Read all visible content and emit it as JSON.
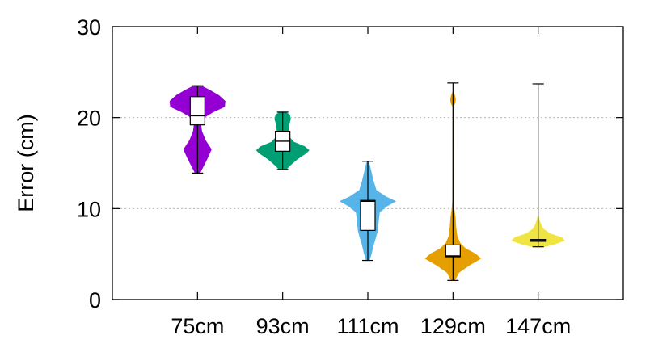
{
  "chart_data": {
    "type": "violin",
    "title": "",
    "xlabel": "",
    "ylabel": "Error (cm)",
    "ylim": [
      0,
      30
    ],
    "yticks": [
      0,
      10,
      20,
      30
    ],
    "grid": "horizontal dotted at y-ticks",
    "legend": "none",
    "categories": [
      "75cm",
      "93cm",
      "111cm",
      "129cm",
      "147cm"
    ],
    "series": [
      {
        "category": "75cm",
        "color": "#9400d3",
        "whisker_low": 13.9,
        "q1": 19.2,
        "median": 20.2,
        "q3": 22.3,
        "whisker_high": 23.5,
        "density": [
          [
            13.9,
            0.08
          ],
          [
            14.5,
            0.18
          ],
          [
            15.5,
            0.35
          ],
          [
            16.5,
            0.5
          ],
          [
            17.5,
            0.28
          ],
          [
            18.5,
            0.15
          ],
          [
            19.2,
            0.12
          ],
          [
            20,
            0.22
          ],
          [
            20.6,
            0.55
          ],
          [
            21.2,
            0.98
          ],
          [
            21.8,
            1.0
          ],
          [
            22.4,
            0.78
          ],
          [
            23,
            0.45
          ],
          [
            23.5,
            0.12
          ]
        ]
      },
      {
        "category": "93cm",
        "color": "#009e73",
        "whisker_low": 14.3,
        "q1": 16.3,
        "median": 17.4,
        "q3": 18.5,
        "whisker_high": 20.6,
        "density": [
          [
            14.3,
            0.12
          ],
          [
            14.8,
            0.28
          ],
          [
            15.5,
            0.55
          ],
          [
            16.1,
            0.85
          ],
          [
            16.4,
            0.95
          ],
          [
            16.8,
            0.8
          ],
          [
            17.3,
            0.4
          ],
          [
            17.8,
            0.25
          ],
          [
            18.5,
            0.2
          ],
          [
            19.2,
            0.22
          ],
          [
            19.8,
            0.28
          ],
          [
            20.3,
            0.25
          ],
          [
            20.6,
            0.1
          ]
        ]
      },
      {
        "category": "111cm",
        "color": "#56b4e9",
        "whisker_low": 4.3,
        "q1": 7.6,
        "median": 10.8,
        "q3": 10.9,
        "whisker_high": 15.2,
        "density": [
          [
            4.3,
            0.05
          ],
          [
            5,
            0.12
          ],
          [
            6,
            0.2
          ],
          [
            6.8,
            0.28
          ],
          [
            7.6,
            0.35
          ],
          [
            8.6,
            0.38
          ],
          [
            9.6,
            0.42
          ],
          [
            10.3,
            0.7
          ],
          [
            10.8,
            1.0
          ],
          [
            11.3,
            0.65
          ],
          [
            12,
            0.3
          ],
          [
            13,
            0.2
          ],
          [
            14,
            0.12
          ],
          [
            14.8,
            0.06
          ],
          [
            15.2,
            0.02
          ]
        ]
      },
      {
        "category": "129cm",
        "color": "#e69f00",
        "whisker_low": 2.1,
        "q1": 4.7,
        "median": 4.8,
        "q3": 6.0,
        "whisker_high": 23.8,
        "density": [
          [
            2.1,
            0.05
          ],
          [
            3,
            0.22
          ],
          [
            3.8,
            0.6
          ],
          [
            4.5,
            1.0
          ],
          [
            5,
            0.82
          ],
          [
            5.6,
            0.45
          ],
          [
            6.2,
            0.25
          ],
          [
            7,
            0.14
          ],
          [
            8,
            0.1
          ],
          [
            9,
            0.08
          ],
          [
            9.8,
            0.04
          ],
          [
            10.5,
            0.02
          ],
          [
            11,
            0.01
          ],
          [
            21.2,
            0.005
          ],
          [
            21.6,
            0.07
          ],
          [
            22,
            0.09
          ],
          [
            22.4,
            0.06
          ],
          [
            22.8,
            0.005
          ]
        ]
      },
      {
        "category": "147cm",
        "color": "#f0e442",
        "whisker_low": 5.8,
        "q1": 6.4,
        "median": 6.5,
        "q3": 6.6,
        "whisker_high": 23.7,
        "density": [
          [
            5.8,
            0.18
          ],
          [
            6.1,
            0.6
          ],
          [
            6.5,
            0.95
          ],
          [
            6.8,
            0.85
          ],
          [
            7.2,
            0.45
          ],
          [
            7.7,
            0.2
          ],
          [
            8.2,
            0.1
          ],
          [
            8.7,
            0.04
          ],
          [
            9.1,
            0.01
          ]
        ]
      }
    ]
  }
}
